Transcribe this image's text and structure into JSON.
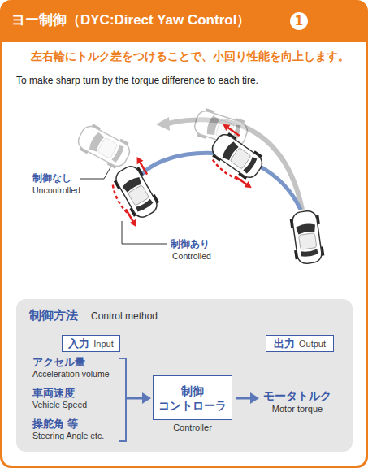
{
  "diagram": {
    "title": "ヨー制御（DYC:Direct Yaw Control）",
    "nodes": [
      {
        "text": [
          "1"
        ]
      },
      {
        "text": [
          "制御方法",
          "Control method"
        ]
      },
      {
        "text": [
          "入力",
          "Input"
        ],
        "in": 1
      },
      {
        "text": [
          "出力",
          "Output"
        ],
        "in": 1
      },
      {
        "text": [
          "制御 コントローラ",
          "Controller"
        ],
        "in": 1
      }
    ],
    "labels": [
      "左右輪にトルク差をつけることで、小回り性能を向上します。",
      "To make sharp turn by the torque difference to each tire.",
      "制御なし",
      "Uncontrolled",
      "制御あり",
      "Controlled",
      "アクセル量",
      "Acceleration volume",
      "車両速度",
      "Vehicle Speed",
      "操舵角 等",
      "Steering Angle etc.",
      "モータトルク",
      "Motor torque"
    ]
  }
}
